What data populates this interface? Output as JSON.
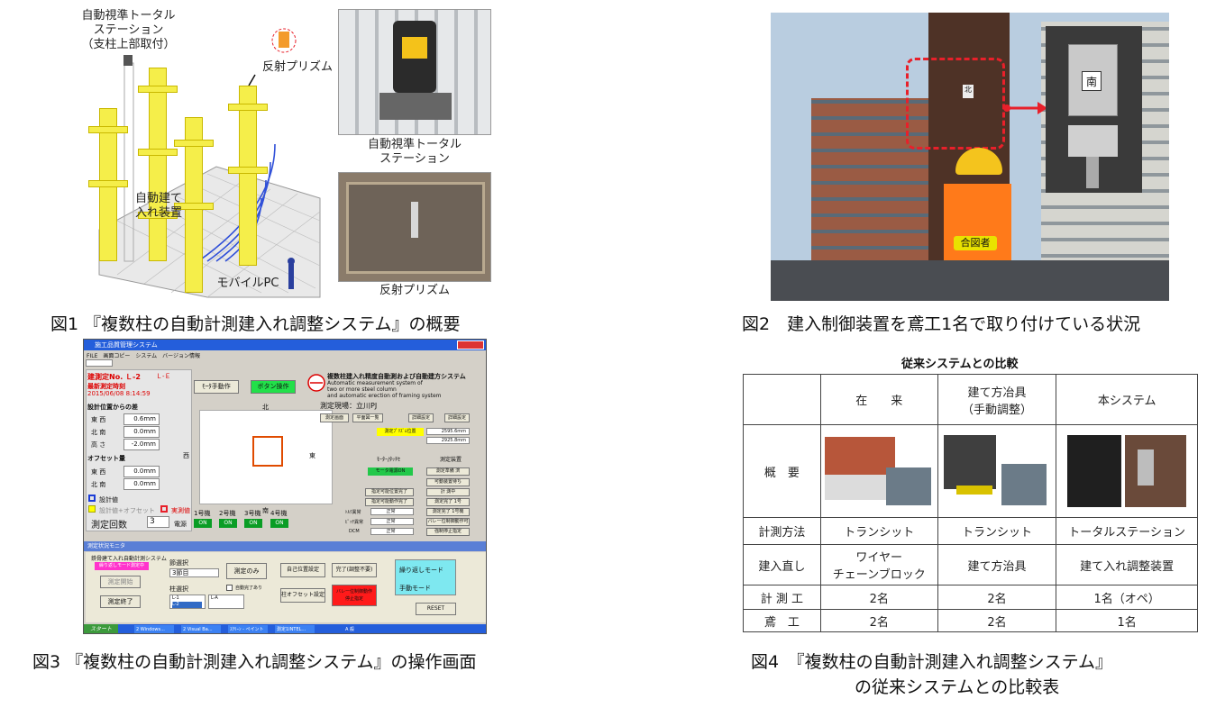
{
  "fig1": {
    "label_station": "自動視準トータル\nステーション\n（支柱上部取付）",
    "label_prism": "反射プリズム",
    "label_device": "自動建て\n入れ装置",
    "label_pc": "モバイルPC",
    "photo1_caption": "自動視準トータル\nステーション",
    "photo2_caption": "反射プリズム",
    "caption": "図1 『複数柱の自動計測建入れ調整システム』の概要"
  },
  "fig2": {
    "sign_north": "北",
    "sign_south": "南",
    "vest_text": "合図者",
    "caption": "図2　建入制御装置を鳶工1名で取り付けている状況"
  },
  "fig3": {
    "title": "施工品質管理システム",
    "menu": "FILE　画面コピー　システム　バージョン情報",
    "measure_no": "建測定No. Ｌ-2",
    "measure_code": "Ｌ-Ｅ",
    "latest_label": "最新測定時刻",
    "latest_time": "2015/06/08 8:14:59",
    "from_design": "設計位置からの差",
    "rows_diff": [
      {
        "label": "東 西",
        "value": "0.6mm"
      },
      {
        "label": "北 南",
        "value": "0.0mm"
      },
      {
        "label": "高 さ",
        "value": "-2.0mm"
      }
    ],
    "offset_label": "オフセット量",
    "rows_offset": [
      {
        "label": "東 西",
        "value": "0.0mm"
      },
      {
        "label": "北 南",
        "value": "0.0mm"
      }
    ],
    "legend_design": "設計値",
    "legend_design_offset": "設計値+オフセット",
    "legend_actual": "実測値",
    "count_label": "測定回数",
    "count_value": "3",
    "btn_motor_manual": "ﾓｰﾀ手動作",
    "btn_button_operation": "ボタン操作",
    "north": "北",
    "south": "南",
    "west": "西",
    "east": "東",
    "system_title_jp": "複数柱建入れ精度自動測および自動建方システム",
    "system_title_en": "Automatic measurement system of\ntwo or more steel column\nand automatic erection of framing system",
    "site": "測定現場：立川PJ",
    "btn_measure_screen": "測定画面",
    "btn_plan_list": "平面図一覧",
    "btn_detail1": "詳細設定",
    "btn_detail2": "詳細設定",
    "prism_label": "測定ﾌﾟﾘｽﾞﾑ位置",
    "prism_east": "2595.6mm",
    "prism_north": "2925.8mm",
    "motor_head": "ﾓｰﾀｰ/ﾀｯﾁｾ",
    "status_head": "測定装置",
    "motor_power_on": "モータ電源ON",
    "status_items": [
      "測定準備 済",
      "可動装置待ち",
      "計 測中",
      "測定完了 1号",
      "測定完了 1号機",
      "バレー位制御動作可",
      "強制停止指定"
    ],
    "confirm_items": [
      "指定可能位置完了",
      "指定可能動作完了"
    ],
    "rows_axis": [
      {
        "label": "ﾄﾙｸ異常",
        "value": "正常"
      },
      {
        "label": "ﾋﾟｯﾁ異常",
        "value": "正常"
      },
      {
        "label": "DCM",
        "value": "正常"
      }
    ],
    "machines": [
      "1号機",
      "2号機",
      "3号機",
      "4号機"
    ],
    "power_label": "電源",
    "on_label": "ON",
    "monitor_title": "測定状況モニタ",
    "prog_title": "鉄骨建て入れ自動計測システム",
    "mode_badge": "繰り返しモード測定中",
    "btn_start": "測定開始",
    "btn_end": "測定終了",
    "node_label": "節選択",
    "node_value": "3節目",
    "column_label": "柱選択",
    "column_values": [
      "L-1",
      "L-2"
    ],
    "column_sel": "L-A",
    "btn_measure_only": "測定のみ",
    "btn_self_pos": "自己位置設定",
    "btn_complete": "完了(調整不要)",
    "btn_col_offset": "柱オフセット設定",
    "btn_emergency": "バレー位制御動作\n停止指定",
    "check_auto": "自動完了あり",
    "mode_repeat": "繰り返しモード",
    "mode_manual": "手動モード",
    "btn_reset": "RESET",
    "taskbar_start": "スタート",
    "taskbar_items": [
      "2 Windows...",
      "2 Visual Ba...",
      "ｽｸﾘｰﾝ - ペイント",
      "測定1INTEL..."
    ],
    "taskbar_clock": "A 般",
    "caption": "図3 『複数柱の自動計測建入れ調整システム』の操作画面"
  },
  "fig4": {
    "title": "従来システムとの比較",
    "headers": [
      "在　　来",
      "建て方冶具\n（手動調整）",
      "本システム"
    ],
    "row_overview": "概　要",
    "rows": [
      {
        "label": "計測方法",
        "cells": [
          "トランシット",
          "トランシット",
          "トータルステーション"
        ]
      },
      {
        "label": "建入直し",
        "cells": [
          "ワイヤー\nチェーンブロック",
          "建て方治具",
          "建て入れ調整装置"
        ]
      },
      {
        "label": "計 測 工",
        "cells": [
          "2名",
          "2名",
          "1名（オペ）"
        ]
      },
      {
        "label": "鳶　工",
        "cells": [
          "2名",
          "2名",
          "1名"
        ]
      }
    ],
    "caption_line1": "図4　『複数柱の自動計測建入れ調整システム』",
    "caption_line2": "の従来システムとの比較表"
  },
  "colors": {
    "column_yellow": "#f5ee4a",
    "dashed_red": "#e8202a",
    "on_green": "#0a9d25",
    "cyan": "#7ee8f0",
    "magenta": "#ff33cc"
  }
}
